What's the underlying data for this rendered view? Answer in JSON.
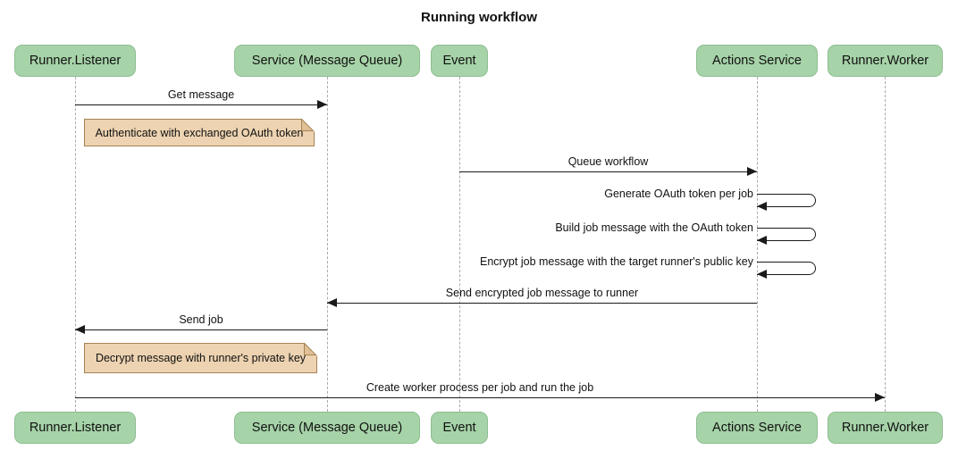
{
  "diagram": {
    "type": "sequence-diagram",
    "title": "Running workflow"
  },
  "participants": [
    {
      "id": "runner-listener",
      "label": "Runner.Listener"
    },
    {
      "id": "service-message-queue",
      "label": "Service (Message Queue)"
    },
    {
      "id": "event",
      "label": "Event"
    },
    {
      "id": "actions-service",
      "label": "Actions Service"
    },
    {
      "id": "runner-worker",
      "label": "Runner.Worker"
    }
  ],
  "messages": [
    {
      "label": "Get message",
      "from": "Runner.Listener",
      "to": "Service (Message Queue)",
      "type": "solid-arrow"
    },
    {
      "label": "Queue workflow",
      "from": "Event",
      "to": "Actions Service",
      "type": "solid-arrow"
    },
    {
      "label": "Generate OAuth token per job",
      "from": "Actions Service",
      "to": "Actions Service",
      "type": "self"
    },
    {
      "label": "Build job message with the OAuth token",
      "from": "Actions Service",
      "to": "Actions Service",
      "type": "self"
    },
    {
      "label": "Encrypt job message with the target runner's public key",
      "from": "Actions Service",
      "to": "Actions Service",
      "type": "self"
    },
    {
      "label": "Send encrypted job message to runner",
      "from": "Actions Service",
      "to": "Service (Message Queue)",
      "type": "solid-arrow"
    },
    {
      "label": "Send job",
      "from": "Service (Message Queue)",
      "to": "Runner.Listener",
      "type": "solid-arrow"
    },
    {
      "label": "Create worker process per job and run the job",
      "from": "Runner.Listener",
      "to": "Runner.Worker",
      "type": "solid-arrow"
    }
  ],
  "notes": [
    {
      "label": "Authenticate with exchanged OAuth token",
      "position": "right of Runner.Listener"
    },
    {
      "label": "Decrypt message with runner's private key",
      "position": "right of Runner.Listener"
    }
  ],
  "colors": {
    "participant_fill": "#A6D3A8",
    "participant_border": "#8FBE92",
    "note_fill": "#EDD3B1",
    "note_border": "#A58352",
    "note_fold": "#E0C096",
    "lifeline": "#AAAAAA",
    "arrow": "#1A1A1A",
    "text": "#111111",
    "background": "#FFFFFF"
  }
}
